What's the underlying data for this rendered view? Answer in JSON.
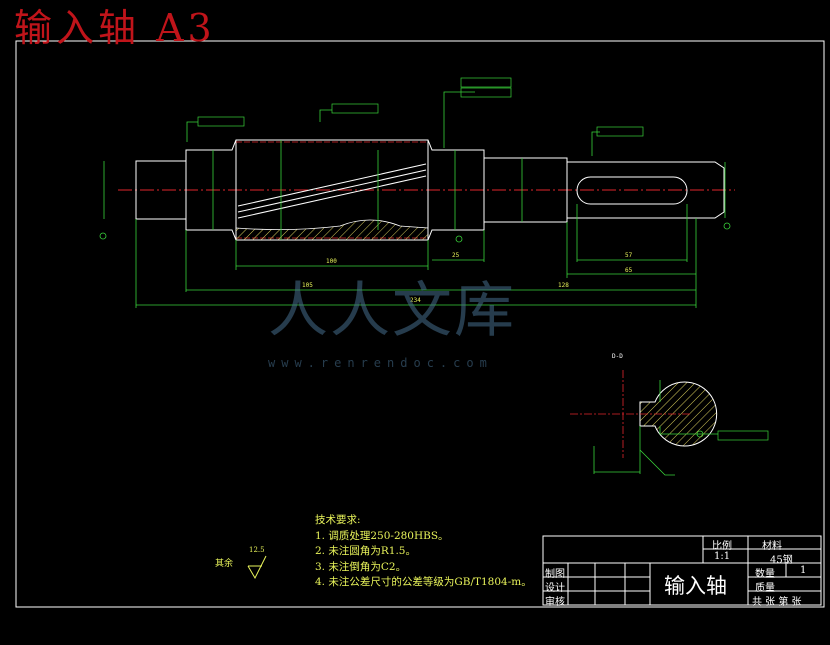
{
  "sheet": {
    "title": "输入轴  A3"
  },
  "watermark": {
    "brand_cn": "人人文库",
    "brand_en": "www.renrendoc.com"
  },
  "technical_requirements": {
    "heading": "技术要求:",
    "items": [
      "1. 调质处理250-280HBS。",
      "2. 未注圆角为R1.5。",
      "3. 未注倒角为C2。",
      "4. 未注公差尺寸的公差等级为GB/T1804-m。"
    ]
  },
  "roughness_note": {
    "label": "其余",
    "value": "12.5"
  },
  "section_view": {
    "label": "D-D"
  },
  "title_block": {
    "scale_label": "比例",
    "scale_value": "1:1",
    "material_label": "材料",
    "material_value": "45钢",
    "quantity_label": "数量",
    "quantity_value": "1",
    "mass_label": "质量",
    "drawn_label": "制图",
    "design_label": "设计",
    "review_label": "审核",
    "part_name": "输入轴",
    "sheets_label": "共 张 第 张"
  },
  "dimensions": {
    "len_100": "100",
    "len_25": "25",
    "len_65": "65",
    "len_57": "57",
    "len_105": "105",
    "len_128": "128",
    "len_234": "234"
  },
  "colors": {
    "background": "#000000",
    "outline": "#ffffff",
    "dimension": "#39d23a",
    "centerline": "#e0262c",
    "annotation": "#e8f35a",
    "hatch": "#d4c95a",
    "title_red": "#c0141a"
  }
}
